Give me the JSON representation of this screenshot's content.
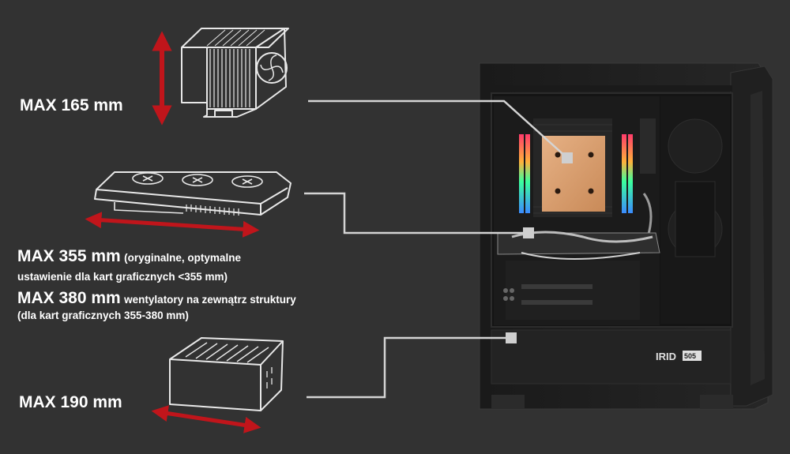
{
  "colors": {
    "background": "#323232",
    "arrow": "#c0151b",
    "line_art": "#e8e8e8",
    "leader": "#d4d4d4",
    "cooler_copper": "#d49a6a",
    "case_body": "#1d1d1d"
  },
  "cpu_cooler": {
    "max_text": "MAX 165 mm"
  },
  "gpu": {
    "max_355_text": "MAX 355 mm",
    "max_355_note_1": "(oryginalne, optymalne",
    "max_355_note_2": "ustawienie dla kart graficznych <355 mm)",
    "max_380_text": "MAX 380 mm",
    "max_380_note_1": "wentylatory na zewnątrz struktury",
    "max_380_note_2": "(dla kart graficznych 355-380 mm)"
  },
  "psu": {
    "max_text": "MAX 190 mm"
  },
  "case": {
    "brand": "IRID",
    "model_badge": "505"
  },
  "icons": [
    "cpu-cooler-icon",
    "graphics-card-icon",
    "power-supply-icon",
    "double-arrow-icon"
  ]
}
